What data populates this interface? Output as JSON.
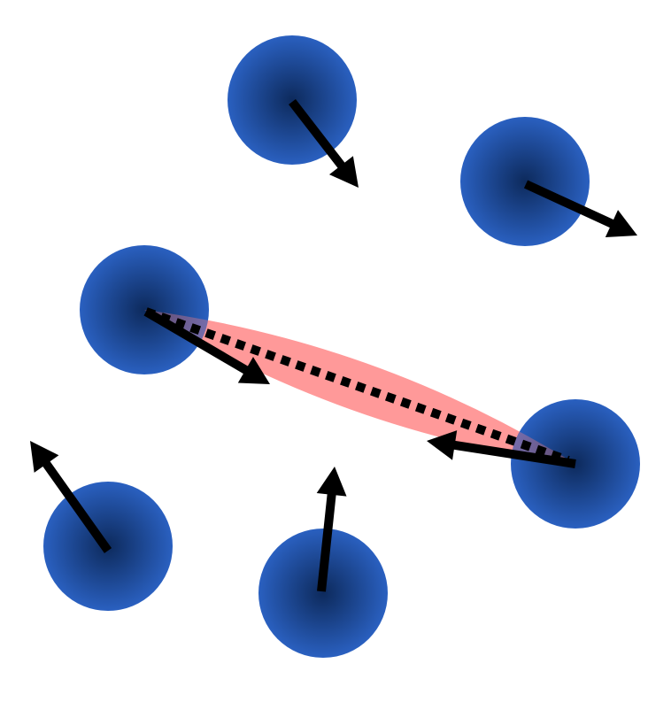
{
  "colors": {
    "background": "#ffffff",
    "particle_center": "#0d2a5c",
    "particle_edge": "#2a60c0",
    "arrow": "#000000",
    "highlight_fill": "#ff8080",
    "highlight_opacity": 0.7
  },
  "diagram": {
    "particles": [
      {
        "id": "p1",
        "arrow_icon": "arrow-down-right-icon"
      },
      {
        "id": "p2",
        "arrow_icon": "arrow-right-icon"
      },
      {
        "id": "p3",
        "arrow_icon": "arrow-down-right-icon"
      },
      {
        "id": "p4",
        "arrow_icon": "arrow-left-icon"
      },
      {
        "id": "p5",
        "arrow_icon": "arrow-up-left-icon"
      },
      {
        "id": "p6",
        "arrow_icon": "arrow-up-icon"
      }
    ],
    "interaction": {
      "from": "p3",
      "to": "p4",
      "line_style": "dotted"
    }
  }
}
